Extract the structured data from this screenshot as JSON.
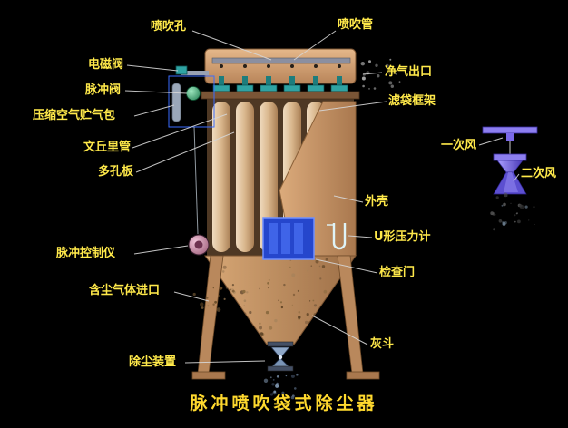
{
  "title": "脉冲喷吹袋式除尘器",
  "labels": {
    "blow_hole": "喷吹孔",
    "blow_pipe": "喷吹管",
    "solenoid_valve": "电磁阀",
    "pulse_valve": "脉冲阀",
    "air_reservoir": "压缩空气贮气包",
    "venturi_tube": "文丘里管",
    "perforated_plate": "多孔板",
    "clean_air_outlet": "净气出口",
    "filter_bag_cage": "滤袋框架",
    "shell": "外壳",
    "u_pressure_gauge": "U形压力计",
    "inspection_door": "检查门",
    "pulse_controller": "脉冲控制仪",
    "dusty_gas_inlet": "含尘气体进口",
    "dust_removal_device": "除尘装置",
    "ash_hopper": "灰斗",
    "primary_air": "一次风",
    "secondary_air": "二次风"
  },
  "colors": {
    "background": "#000000",
    "label_text": "#ffe94a",
    "title_text": "#ffd92e",
    "leader_line": "#d6d6d6",
    "vessel_tan": "#c8955f",
    "valve_teal": "#2fa3a3",
    "door_blue": "#2546cc",
    "nozzle_purple": "#8d7ff0"
  }
}
